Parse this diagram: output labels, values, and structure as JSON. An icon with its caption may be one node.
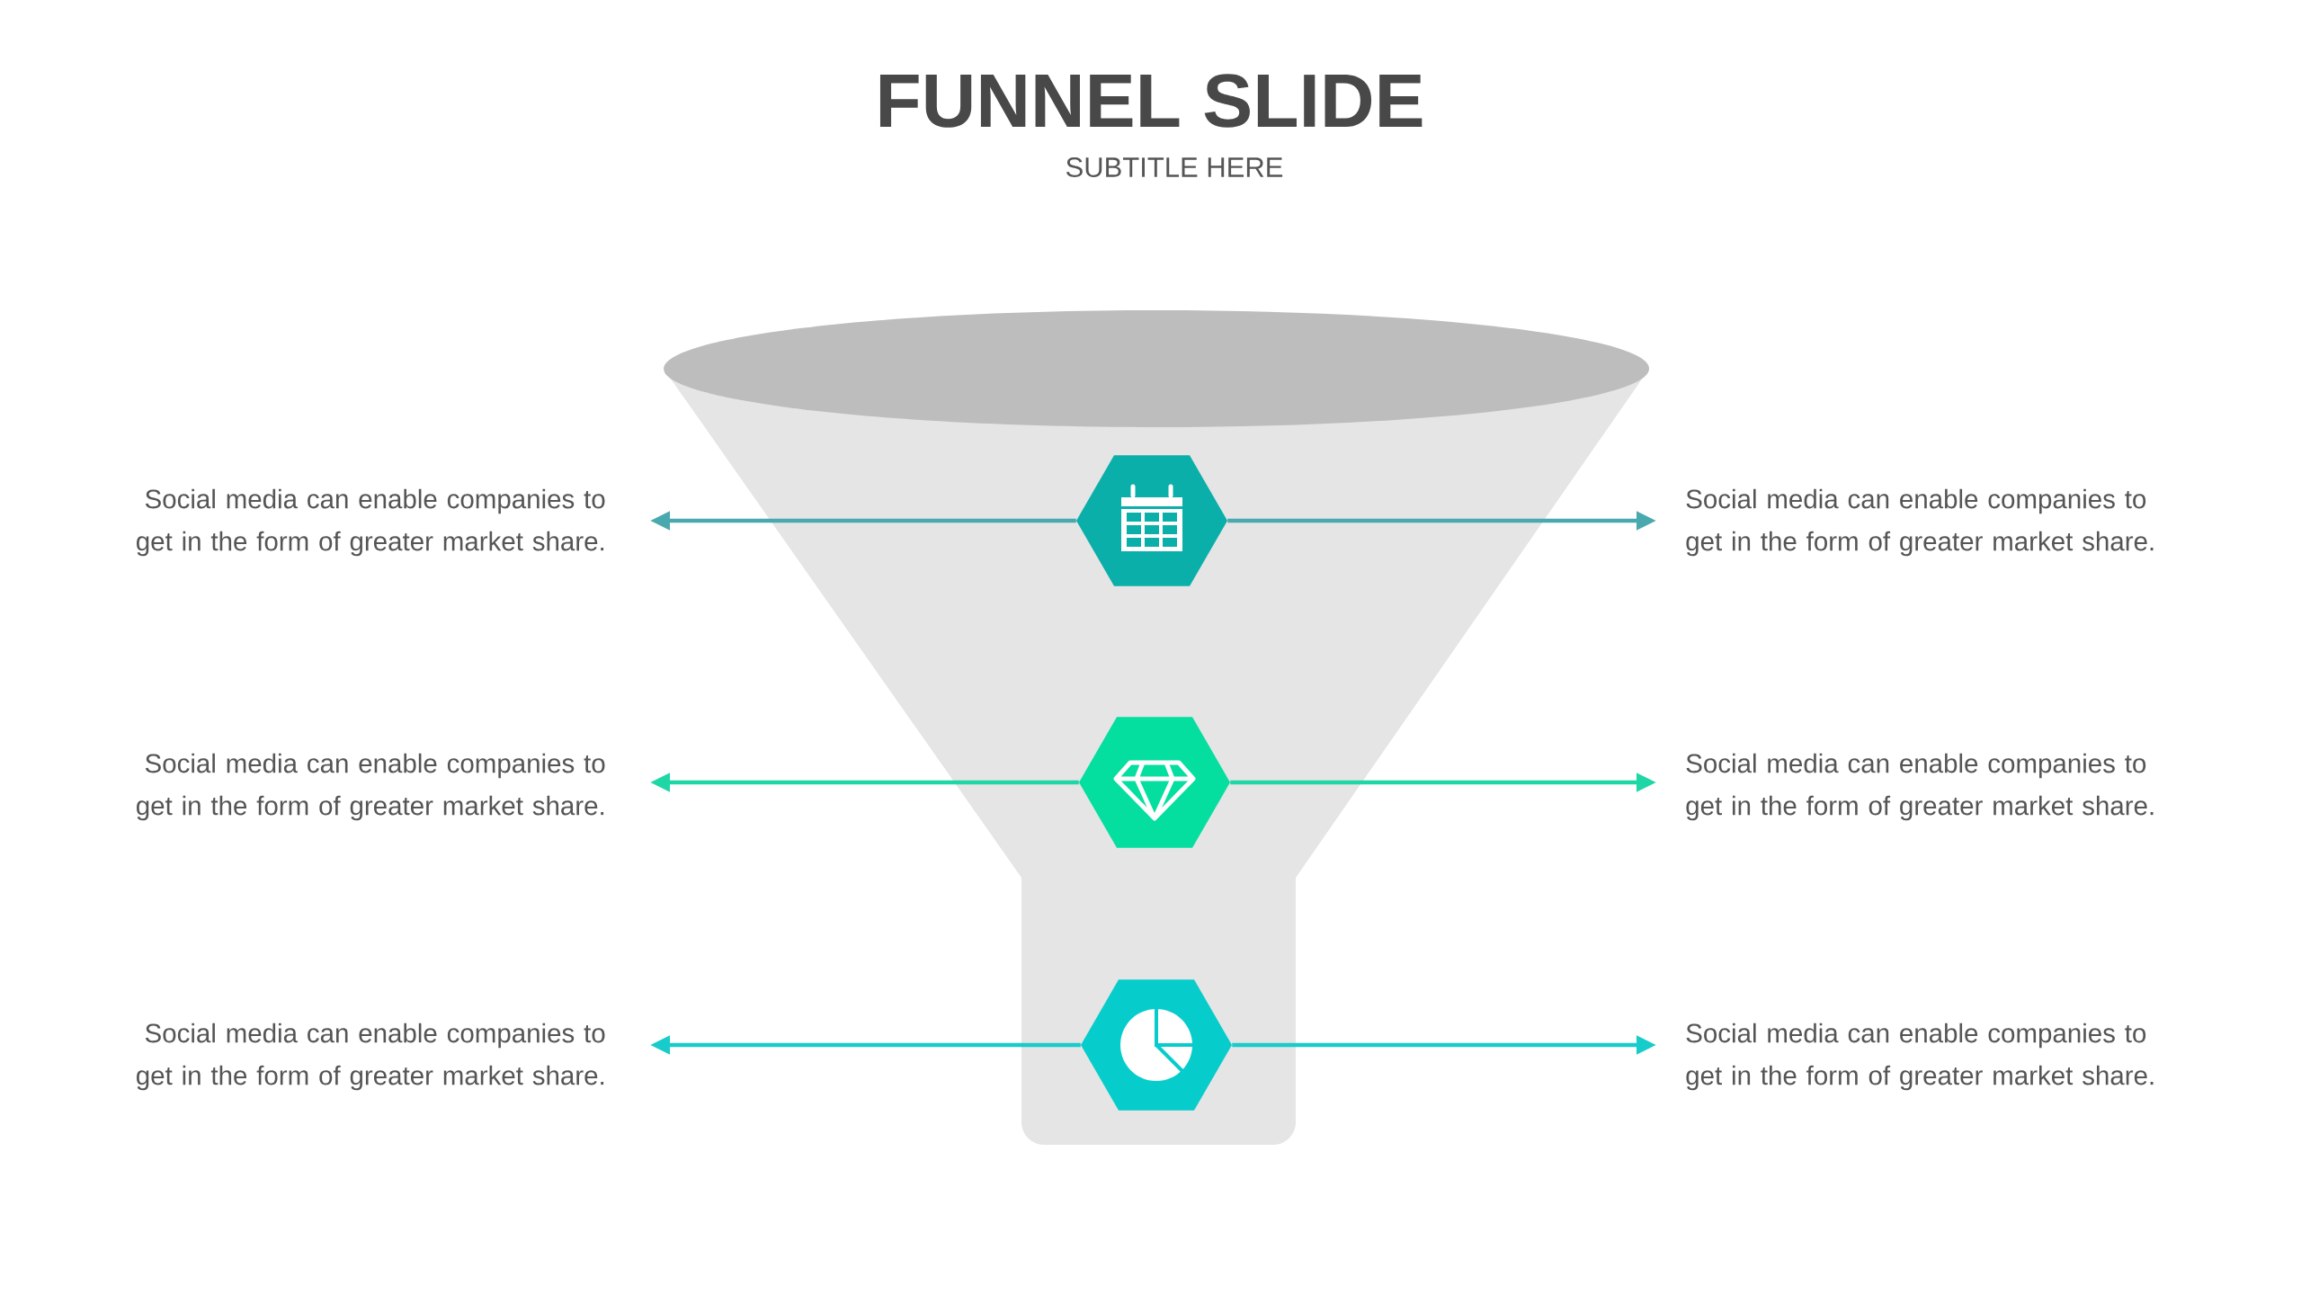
{
  "diagram": {
    "title": "FUNNEL SLIDE",
    "caption": "SUBTITLE HERE",
    "nodes": [
      {
        "text": [],
        "shape": "hexagon"
      },
      {
        "text": [
          "Social media can enable companies to get in the form of greater market share."
        ]
      },
      {
        "text": [
          "Social media can enable companies to get in the form of greater market share."
        ]
      },
      {
        "text": [],
        "shape": "hexagon"
      },
      {
        "text": [
          "Social media can enable companies to get in the form of greater market share."
        ]
      },
      {
        "text": [
          "Social media can enable companies to get in the form of greater market share."
        ]
      },
      {
        "text": [],
        "shape": "hexagon"
      },
      {
        "text": [
          "Social media can enable companies to get in the form of greater market share."
        ]
      },
      {
        "text": [
          "Social media can enable companies to get in the form of greater market share."
        ]
      }
    ],
    "edges": [
      {
        "from": 0,
        "to": 1,
        "arrow": "to",
        "color": "#4aa9ae"
      },
      {
        "from": 0,
        "to": 2,
        "arrow": "to",
        "color": "#4aa9ae"
      },
      {
        "from": 3,
        "to": 4,
        "arrow": "to",
        "color": "#1fd6a6"
      },
      {
        "from": 3,
        "to": 5,
        "arrow": "to",
        "color": "#1fd6a6"
      },
      {
        "from": 6,
        "to": 7,
        "arrow": "to",
        "color": "#17cccb"
      },
      {
        "from": 6,
        "to": 8,
        "arrow": "to",
        "color": "#17cccb"
      }
    ]
  }
}
